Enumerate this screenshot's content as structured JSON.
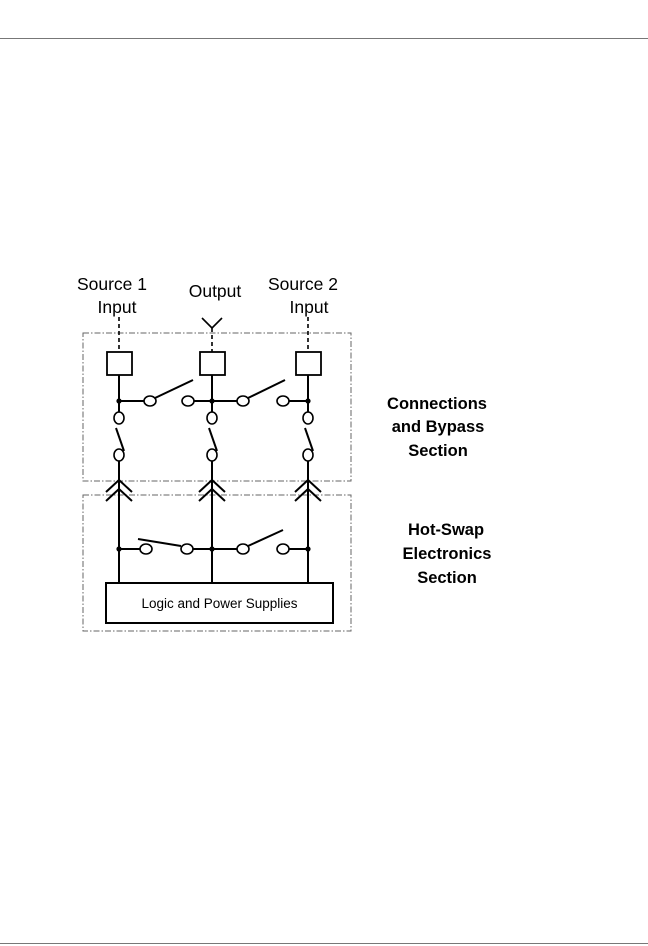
{
  "diagram": {
    "source1_label": [
      "Source 1",
      "Input"
    ],
    "output_label": "Output",
    "source2_label": [
      "Source 2",
      "Input"
    ],
    "logic_box_label": "Logic and Power Supplies",
    "connections_section_label": [
      "Connections",
      "and Bypass",
      "Section"
    ],
    "hotswap_section_label": [
      "Hot-Swap",
      "Electronics",
      "Section"
    ]
  }
}
